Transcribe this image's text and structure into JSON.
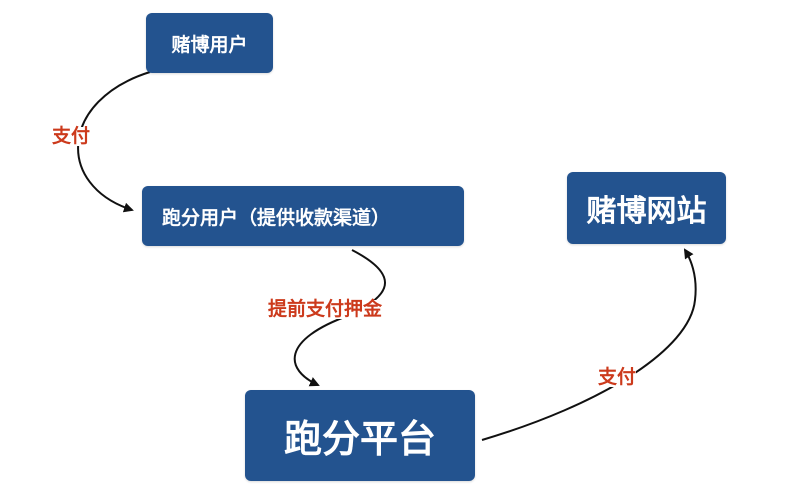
{
  "nodes": {
    "gambler": "赌博用户",
    "runner": "跑分用户（提供收款渠道）",
    "site": "赌博网站",
    "platform": "跑分平台"
  },
  "edges": {
    "gambler_to_runner": "支付",
    "runner_to_platform": "提前支付押金",
    "platform_to_site": "支付"
  },
  "colors": {
    "node_fill": "#23538f",
    "node_text": "#ffffff",
    "edge_label": "#cc3a1c",
    "arrow": "#111111"
  }
}
